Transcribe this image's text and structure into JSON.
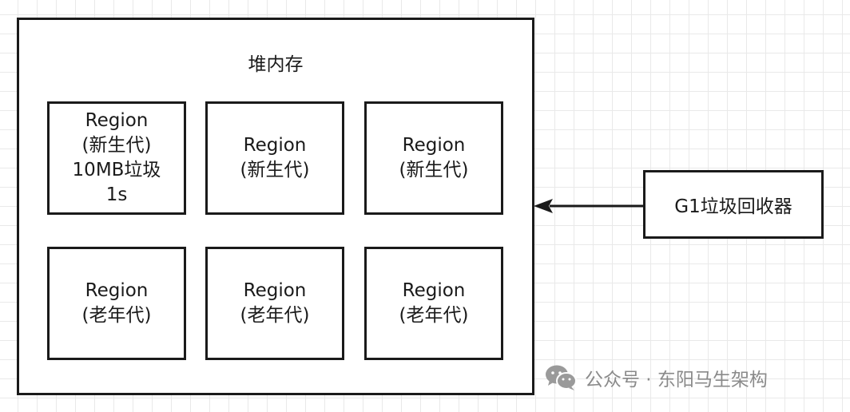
{
  "heap": {
    "title": "堆内存"
  },
  "regions": [
    {
      "lines": [
        "Region",
        "(新生代)",
        "10MB垃圾",
        "1s"
      ]
    },
    {
      "lines": [
        "Region",
        "(新生代)"
      ]
    },
    {
      "lines": [
        "Region",
        "(新生代)"
      ]
    },
    {
      "lines": [
        "Region",
        "(老年代)"
      ]
    },
    {
      "lines": [
        "Region",
        "(老年代)"
      ]
    },
    {
      "lines": [
        "Region",
        "(老年代)"
      ]
    }
  ],
  "collector": {
    "label": "G1垃圾回收器"
  },
  "watermark": {
    "text": "公众号 · 东阳马生架构",
    "icon": "wechat-icon"
  },
  "colors": {
    "stroke": "#1a1a1a",
    "grid": "#e9e9e9",
    "watermark": "#8a8a8a"
  }
}
